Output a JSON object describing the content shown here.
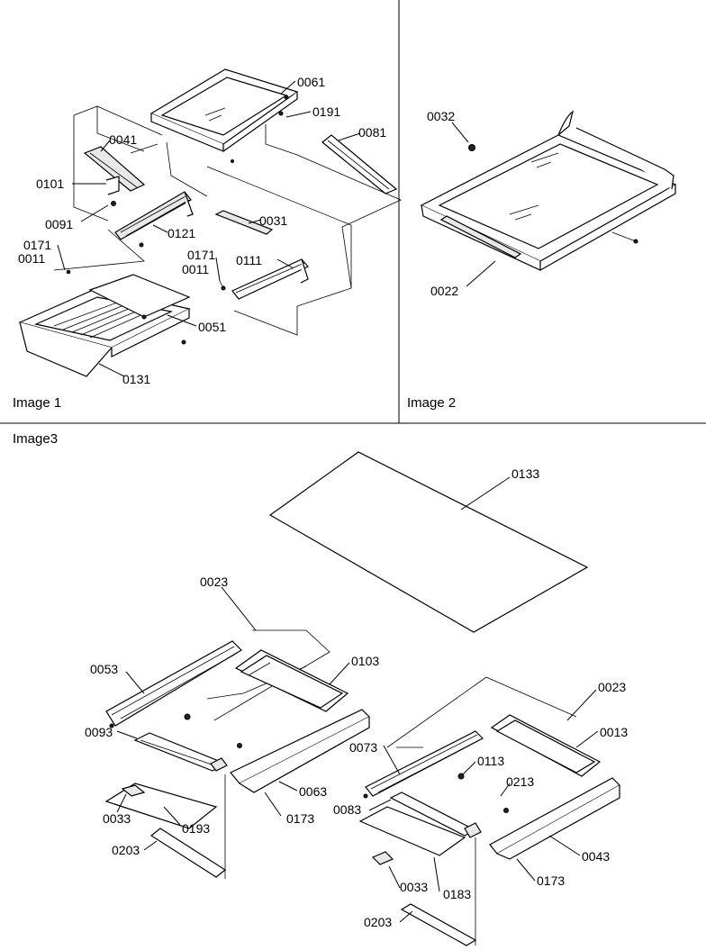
{
  "panels": {
    "image1": {
      "caption": "Image 1"
    },
    "image2": {
      "caption": "Image 2"
    },
    "image3": {
      "caption": "Image3"
    }
  },
  "callouts": {
    "image1": [
      "0061",
      "0191",
      "0041",
      "0081",
      "0101",
      "0031",
      "0091",
      "0121",
      "0171",
      "0011",
      "0171",
      "0011",
      "0111",
      "0051",
      "0131"
    ],
    "image2": [
      "0032",
      "0022"
    ],
    "image3": [
      "0133",
      "0023",
      "0103",
      "0053",
      "0093",
      "0033",
      "0193",
      "0063",
      "0173",
      "0203",
      "0023",
      "0073",
      "0013",
      "0113",
      "0213",
      "0083",
      "0033",
      "0183",
      "0043",
      "0173",
      "0203"
    ]
  }
}
